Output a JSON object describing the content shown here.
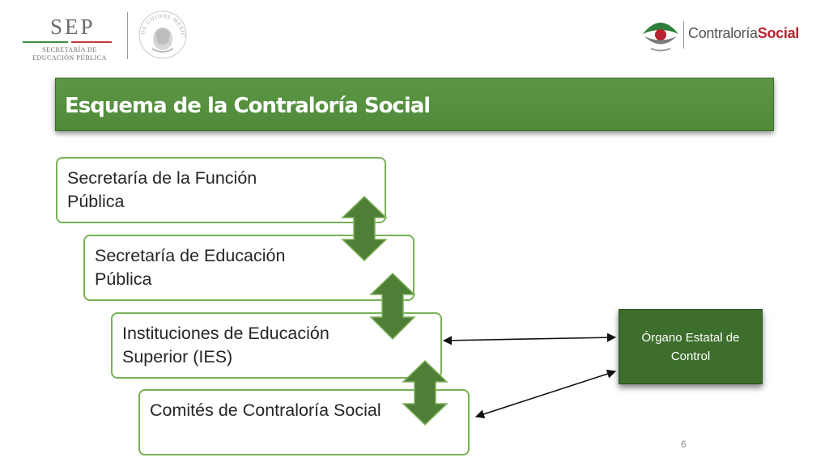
{
  "header": {
    "sep_logo": {
      "word": "SEP",
      "line1": "SECRETARÍA DE",
      "line2": "EDUCACIÓN PÚBLICA"
    },
    "seal_text": "ESTADOS UNIDOS MEXICANOS",
    "contraloria_logo": {
      "text_regular": "Contraloría",
      "text_bold": "Social"
    }
  },
  "title": "Esquema de la Contraloría Social",
  "hierarchy": [
    {
      "label": "Secretaría de la Función Pública"
    },
    {
      "label": "Secretaría de Educación Pública"
    },
    {
      "label": "Instituciones de Educación Superior (IES)"
    },
    {
      "label": "Comités de Contraloría Social"
    }
  ],
  "side_box": {
    "label": "Órgano Estatal de Control"
  },
  "page_number": "6",
  "colors": {
    "title_bar": "#5a9443",
    "box_border": "#77b255",
    "arrow_fill": "#4f7f37",
    "organo_fill": "#3d6e2c"
  }
}
